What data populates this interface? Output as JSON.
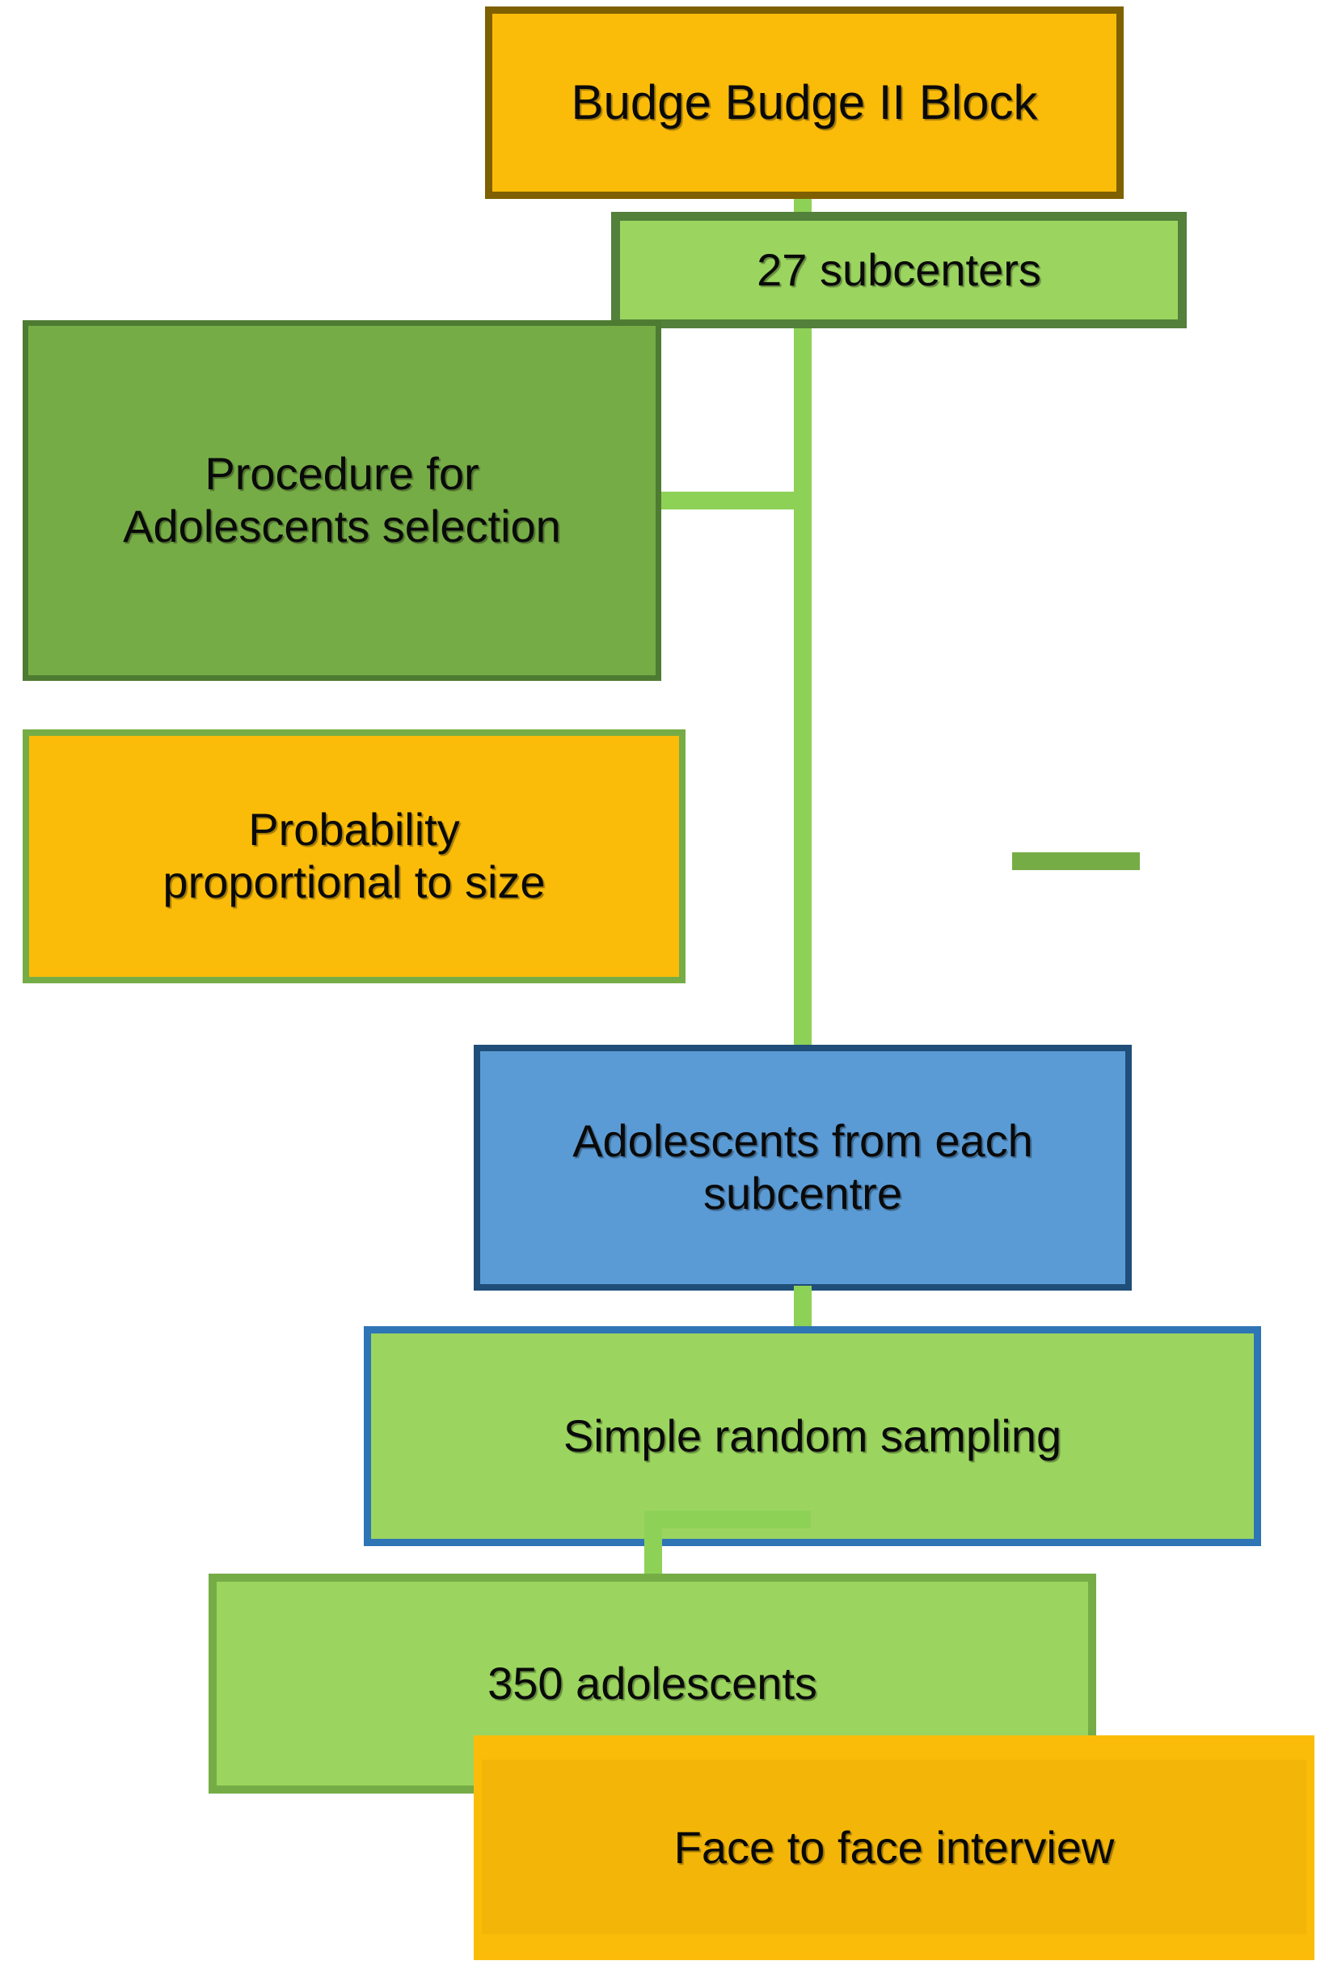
{
  "diagram": {
    "title": "Sampling procedure flowchart",
    "palette": {
      "amber_fill": "#FBBC09",
      "amber_border": "#7F6000",
      "light_green_fill": "#9BD55F",
      "dark_green_border": "#53803B",
      "mid_green_fill": "#76AC46",
      "blue_fill": "#5B9BD5",
      "blue_border": "#1F4E79",
      "connector_green": "#8ED157"
    },
    "nodes": [
      {
        "id": "block",
        "label": "Budge  Budge II Block",
        "fill": "#FBBC09",
        "border": "#7F6000",
        "shape": "rectangle"
      },
      {
        "id": "subcenters",
        "label": "27 subcenters",
        "fill": "#9BD55F",
        "border": "#53803B",
        "shape": "rectangle"
      },
      {
        "id": "procedure",
        "label": "Procedure for\nAdolescents selection",
        "fill": "#76AC46",
        "border": "#4E7B32",
        "shape": "rectangle"
      },
      {
        "id": "pps",
        "label": "Probability\nproportional to size",
        "fill": "#FBBC09",
        "border": "#76AC46",
        "shape": "rectangle"
      },
      {
        "id": "adolescents",
        "label": "Adolescents from each\nsubcentre",
        "fill": "#5B9BD5",
        "border": "#1F4E79",
        "shape": "rectangle"
      },
      {
        "id": "srs",
        "label": "Simple random sampling",
        "fill": "#9BD55F",
        "border": "#2E75B6",
        "shape": "rectangle"
      },
      {
        "id": "total",
        "label": "350  adolescents",
        "fill": "#9BD55F",
        "border": "#76AC46",
        "shape": "rectangle"
      },
      {
        "id": "interview",
        "label": "Face to face interview",
        "fill": "#FBBC09",
        "border": "#FBBC09",
        "shape": "rectangle"
      }
    ],
    "connectors": [
      {
        "id": "trunk-a",
        "from": "block",
        "to": "subcenters",
        "orientation": "vertical"
      },
      {
        "id": "proc-h",
        "from": "procedure",
        "to": "trunk",
        "orientation": "horizontal"
      },
      {
        "id": "trunk-b",
        "from": "subcenters",
        "to": "adolescents",
        "orientation": "vertical"
      },
      {
        "id": "trunk-c",
        "from": "adolescents",
        "to": "srs",
        "orientation": "vertical"
      },
      {
        "id": "jog",
        "from": "srs",
        "to": "total",
        "orientation": "elbow"
      },
      {
        "id": "dash",
        "from": "",
        "to": "",
        "orientation": "horizontal"
      }
    ]
  }
}
